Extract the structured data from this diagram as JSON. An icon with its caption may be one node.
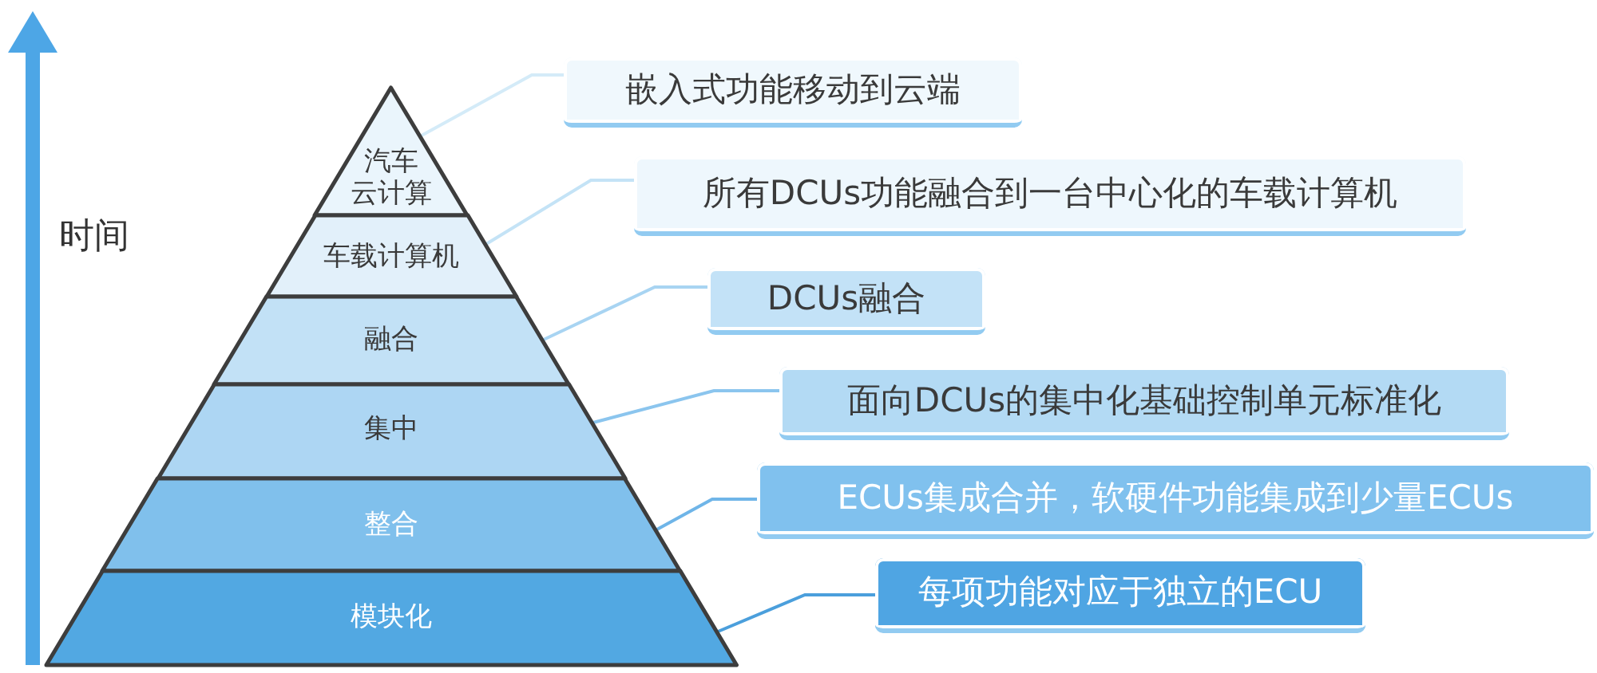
{
  "diagram": {
    "nodes": [
      {
        "text": [
          "汽车云计算"
        ]
      },
      {
        "text": [
          "车载计算机"
        ]
      },
      {
        "text": [
          "融合"
        ]
      },
      {
        "text": [
          "集中"
        ]
      },
      {
        "text": [
          "整合"
        ]
      },
      {
        "text": [
          "模块化"
        ]
      },
      {
        "text": [
          "嵌入式功能移动到云端"
        ]
      },
      {
        "text": [
          "所有DCUs功能融合到一台中心化的车载计算机"
        ]
      },
      {
        "text": [
          "DCUs融合"
        ]
      },
      {
        "text": [
          "面向DCUs的集中化基础控制单元标准化"
        ]
      },
      {
        "text": [
          "ECUs集成合并，软硬件功能集成到少量ECUs"
        ]
      },
      {
        "text": [
          "每项功能对应于独立的ECU"
        ]
      }
    ],
    "edges": [
      {
        "from": 0,
        "to": 6,
        "arrow": "none",
        "color": "#d4ebf8"
      },
      {
        "from": 1,
        "to": 7,
        "arrow": "none",
        "color": "#c4e3f6"
      },
      {
        "from": 2,
        "to": 8,
        "arrow": "none",
        "color": "#a8d4f2"
      },
      {
        "from": 3,
        "to": 9,
        "arrow": "none",
        "color": "#8bc5ee"
      },
      {
        "from": 4,
        "to": 10,
        "arrow": "none",
        "color": "#6fb5e8"
      },
      {
        "from": 5,
        "to": 11,
        "arrow": "none",
        "color": "#4b9fdc"
      }
    ],
    "labels": [
      "时间"
    ]
  }
}
